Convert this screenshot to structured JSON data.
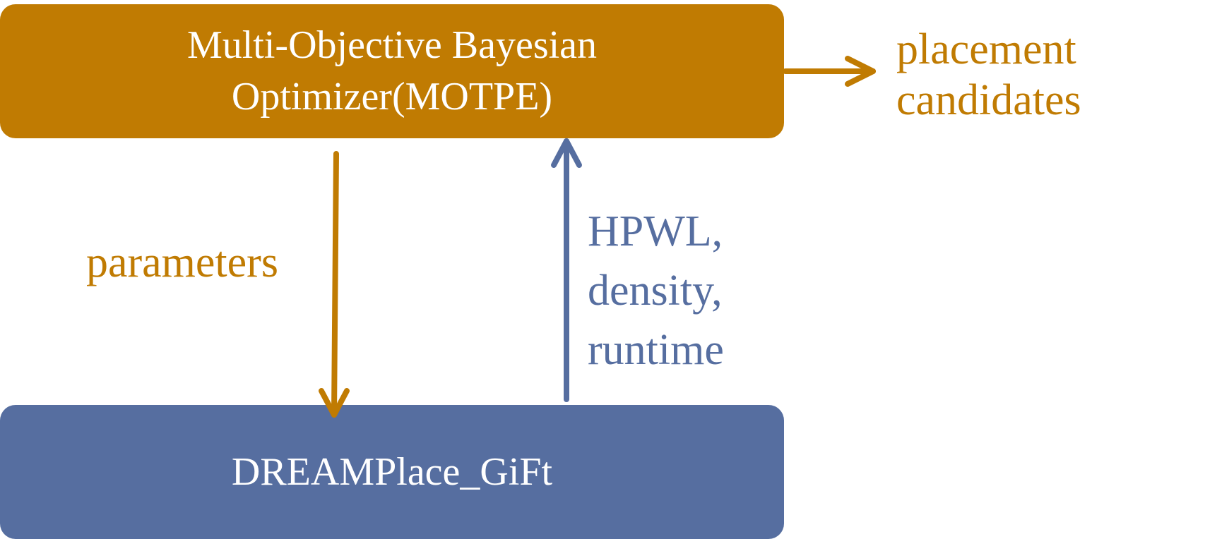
{
  "colors": {
    "optimizer": "#C07B02",
    "placer": "#566EA0",
    "box_text": "#ffffff"
  },
  "optimizer": {
    "line1": "Multi-Objective Bayesian",
    "line2": "Optimizer(MOTPE)"
  },
  "placer": {
    "label": "DREAMPlace_GiFt"
  },
  "output": {
    "line1": "placement",
    "line2": "candidates"
  },
  "parameters_label": "parameters",
  "metrics": {
    "line1": "HPWL,",
    "line2": "density,",
    "line3": "runtime"
  }
}
